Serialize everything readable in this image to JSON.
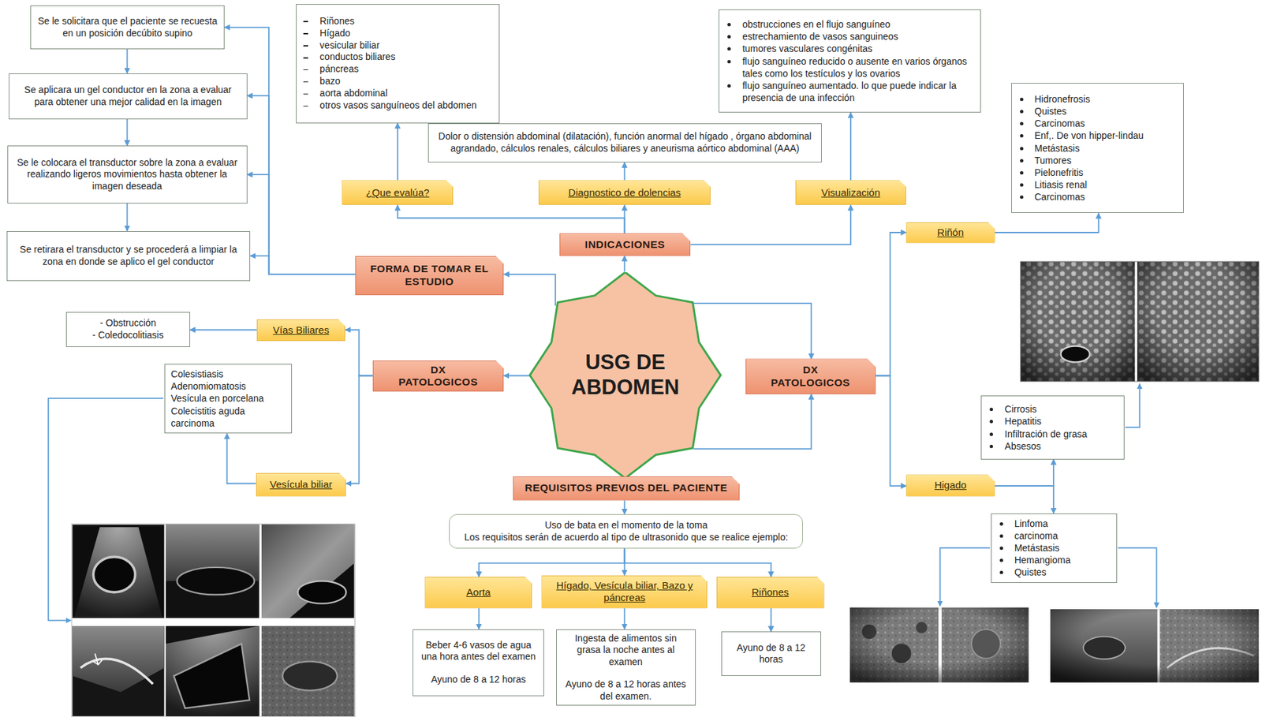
{
  "diagram": {
    "nodes": [
      {
        "text": [
          "USG DE ABDOMEN"
        ]
      },
      {
        "text": [
          "INDICACIONES"
        ]
      },
      {
        "text": [
          "¿Que evalúa?"
        ]
      },
      {
        "text": [
          "Diagnostico de dolencias"
        ]
      },
      {
        "text": [
          "Visualización"
        ]
      },
      {
        "text": [
          "Riñones",
          "Hígado",
          "vesicular biliar",
          "conductos biliares",
          "páncreas",
          "bazo",
          "aorta abdominal",
          "otros vasos sanguíneos del abdomen"
        ]
      },
      {
        "text": [
          "Dolor o distensión abdominal (dilatación), función anormal del hígado , órgano abdominal agrandado, cálculos renales, cálculos biliares y aneurisma aórtico abdominal (AAA)"
        ]
      },
      {
        "text": [
          "obstrucciones en el flujo sanguíneo",
          "estrechamiento de vasos sanguineos",
          "tumores vasculares congénitas",
          "flujo sanguíneo reducido o ausente en varios órganos tales como los testículos y los ovarios",
          "flujo sanguíneo aumentado. lo que puede indicar la presencia de una infección"
        ]
      },
      {
        "text": [
          "FORMA DE TOMAR EL ESTUDIO"
        ]
      },
      {
        "text": [
          "Se le solicitara que el paciente se recuesta en un posición decúbito supino"
        ]
      },
      {
        "text": [
          "Se aplicara un gel conductor en la zona a evaluar para obtener una mejor calidad en la imagen"
        ]
      },
      {
        "text": [
          "Se le colocara el transductor sobre la zona a evaluar realizando ligeros movimientos hasta obtener la imagen deseada"
        ]
      },
      {
        "text": [
          "Se retirara el transductor y se procederá a limpiar la zona en donde se aplico el gel conductor"
        ]
      },
      {
        "text": [
          "DX PATOLOGICOS"
        ]
      },
      {
        "text": [
          "Vías Biliares"
        ]
      },
      {
        "text": [
          "- Obstrucción",
          "- Coledocolitiasis"
        ]
      },
      {
        "text": [
          "Vesícula biliar"
        ]
      },
      {
        "text": [
          "Colesistiasis",
          "Adenomiomatosis",
          "Vesícula en porcelana",
          "Colecistitis aguda",
          "carcinoma"
        ]
      },
      {
        "text": [
          "DX PATOLOGICOS"
        ]
      },
      {
        "text": [
          "Riñón"
        ]
      },
      {
        "text": [
          "Hidronefrosis",
          "Quistes",
          "Carcinomas",
          "Enf,. De von hipper-lindau",
          "Metástasis",
          "Tumores",
          "Pielonefritis",
          "Litiasis renal",
          "Carcinomas"
        ]
      },
      {
        "text": [
          "Higado"
        ]
      },
      {
        "text": [
          "Cirrosis",
          "Hepatitis",
          "Infiltración de grasa",
          "Absesos"
        ]
      },
      {
        "text": [
          "Linfoma",
          "carcinoma",
          "Metástasis",
          "Hemangioma",
          "Quistes"
        ]
      },
      {
        "text": [
          "REQUISITOS PREVIOS DEL PACIENTE"
        ]
      },
      {
        "text": [
          "Uso de bata en el momento de la toma",
          "Los requisitos serán de acuerdo al tipo de ultrasonido que se realice ejemplo:"
        ]
      },
      {
        "text": [
          "Aorta"
        ]
      },
      {
        "text": [
          "Hígado, Vesícula biliar, Bazo y páncreas"
        ]
      },
      {
        "text": [
          "Riñones"
        ]
      },
      {
        "text": [
          "Beber 4-6 vasos de agua una hora antes del examen",
          "Ayuno de 8 a 12 horas"
        ]
      },
      {
        "text": [
          "Ingesta de alimentos sin grasa la noche antes al examen",
          "Ayuno de 8 a 12 horas antes del examen."
        ]
      },
      {
        "text": [
          "Ayuno de 8 a 12 horas"
        ]
      }
    ],
    "edges": [
      {
        "from": 0,
        "to": 1,
        "arrow": "to"
      },
      {
        "from": 1,
        "to": 2,
        "arrow": "to"
      },
      {
        "from": 1,
        "to": 3,
        "arrow": "to"
      },
      {
        "from": 1,
        "to": 4,
        "arrow": "to"
      },
      {
        "from": 2,
        "to": 5,
        "arrow": "to"
      },
      {
        "from": 3,
        "to": 6,
        "arrow": "to"
      },
      {
        "from": 4,
        "to": 7,
        "arrow": "to"
      },
      {
        "from": 0,
        "to": 8,
        "arrow": "to"
      },
      {
        "from": 8,
        "to": 9,
        "arrow": "to"
      },
      {
        "from": 8,
        "to": 10,
        "arrow": "to"
      },
      {
        "from": 8,
        "to": 11,
        "arrow": "to"
      },
      {
        "from": 8,
        "to": 12,
        "arrow": "to"
      },
      {
        "from": 9,
        "to": 10,
        "arrow": "to"
      },
      {
        "from": 10,
        "to": 11,
        "arrow": "to"
      },
      {
        "from": 11,
        "to": 12,
        "arrow": "to"
      },
      {
        "from": 0,
        "to": 13,
        "arrow": "to"
      },
      {
        "from": 13,
        "to": 14,
        "arrow": "to"
      },
      {
        "from": 13,
        "to": 16,
        "arrow": "to"
      },
      {
        "from": 14,
        "to": 15,
        "arrow": "to"
      },
      {
        "from": 16,
        "to": 17,
        "arrow": "to"
      },
      {
        "from": 0,
        "to": 18,
        "arrow": "to"
      },
      {
        "from": 0,
        "to": 18,
        "arrow": "to"
      },
      {
        "from": 18,
        "to": 19,
        "arrow": "to"
      },
      {
        "from": 18,
        "to": 21,
        "arrow": "to"
      },
      {
        "from": 19,
        "to": 20,
        "arrow": "to"
      },
      {
        "from": 21,
        "to": 22,
        "arrow": "to"
      },
      {
        "from": 21,
        "to": 23,
        "arrow": "to"
      },
      {
        "from": 24,
        "to": 25,
        "arrow": "to"
      },
      {
        "from": 25,
        "to": 26,
        "arrow": "to"
      },
      {
        "from": 25,
        "to": 27,
        "arrow": "to"
      },
      {
        "from": 25,
        "to": 28,
        "arrow": "to"
      },
      {
        "from": 26,
        "to": 29,
        "arrow": "to"
      },
      {
        "from": 27,
        "to": 30,
        "arrow": "to"
      },
      {
        "from": 28,
        "to": 31,
        "arrow": "to"
      }
    ]
  }
}
